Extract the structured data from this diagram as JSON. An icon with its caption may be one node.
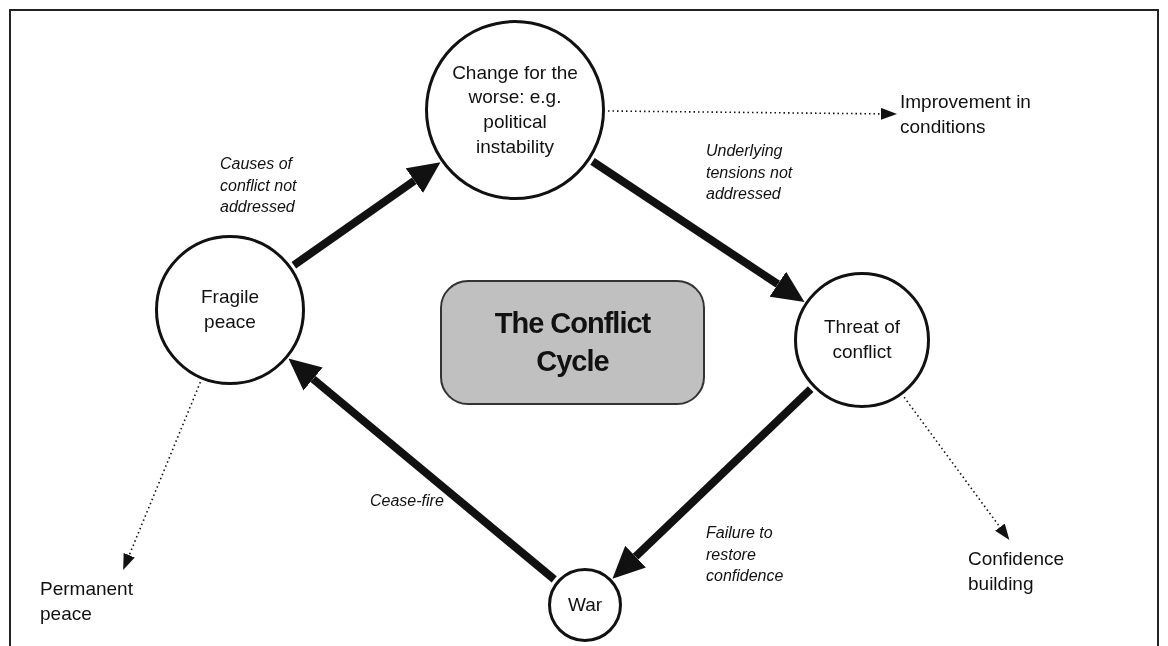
{
  "diagram": {
    "nodes": [
      {
        "text": [
          "Change for the worse: e.g. political instability"
        ]
      },
      {
        "text": [
          "Improvement in conditions"
        ]
      },
      {
        "text": [
          "Fragile peace"
        ]
      },
      {
        "text": [
          "The Conflict Cycle"
        ]
      },
      {
        "text": [
          "Threat of conflict"
        ]
      },
      {
        "text": [
          "Permanent peace"
        ]
      },
      {
        "text": [
          "Confidence building"
        ]
      },
      {
        "text": [
          "War"
        ]
      }
    ],
    "edges": [
      {
        "from": 2,
        "to": 0,
        "arrow": "to",
        "label": "Causes of conflict not addressed"
      },
      {
        "from": 0,
        "to": 1,
        "arrow": "to",
        "style": "dashed"
      },
      {
        "from": 0,
        "to": 4,
        "arrow": "to",
        "label": "Underlying tensions not addressed"
      },
      {
        "from": 4,
        "to": 6,
        "arrow": "to",
        "style": "dashed"
      },
      {
        "from": 4,
        "to": 7,
        "arrow": "to",
        "label": "Failure to restore confidence"
      },
      {
        "from": 7,
        "to": 2,
        "arrow": "to",
        "label": "Cease-fire"
      },
      {
        "from": 2,
        "to": 5,
        "arrow": "to",
        "style": "dashed"
      }
    ]
  }
}
